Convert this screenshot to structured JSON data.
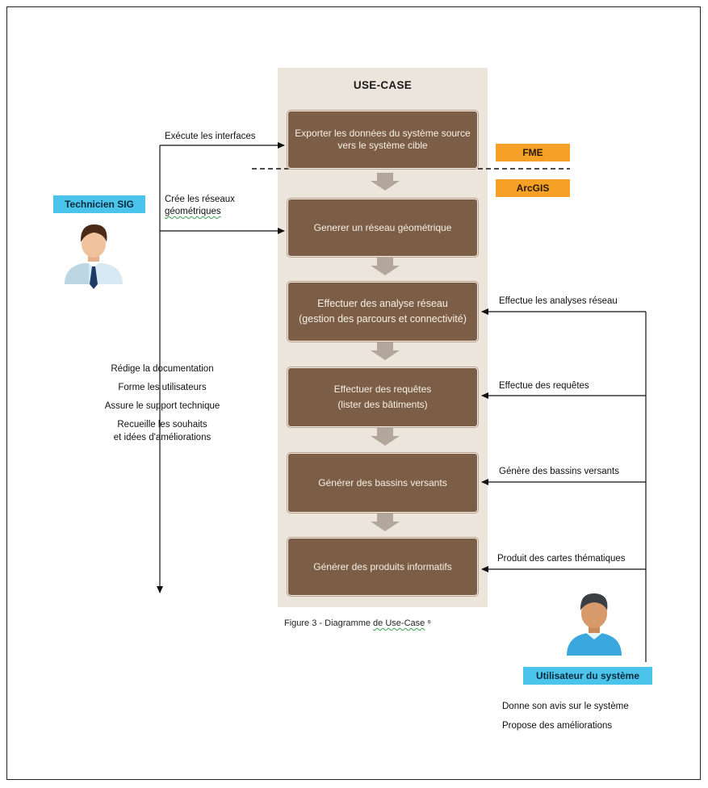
{
  "panel": {
    "title": "USE-CASE"
  },
  "steps": [
    {
      "line1": "Exporter les données du système source",
      "line2": "vers le système cible"
    },
    {
      "line1": "Generer un réseau géométrique"
    },
    {
      "line1": "Effectuer des analyse réseau",
      "line2": "(gestion des parcours et connectivité)"
    },
    {
      "line1": "Effectuer des requêtes",
      "line2": "(lister des bâtiments)"
    },
    {
      "line1": "Générer des bassins versants"
    },
    {
      "line1": "Générer des produits informatifs"
    }
  ],
  "tools": {
    "fme": "FME",
    "arcgis": "ArcGIS"
  },
  "actors": {
    "technician": "Technicien SIG",
    "user": "Utilisateur du système"
  },
  "technician_arrows": {
    "executes": "Exécute les interfaces",
    "creates_line1": "Crée les réseaux",
    "creates_line2": "géométriques"
  },
  "technician_duties": [
    "Rédige la documentation",
    "Forme les utilisateurs",
    "Assure le support technique",
    "Recueille les souhaits",
    "et idées d'améliorations"
  ],
  "user_arrows": [
    "Effectue les analyses réseau",
    "Effectue des requêtes",
    "Génère des bassins versants",
    "Produit des cartes thématiques"
  ],
  "user_duties": [
    "Donne son avis sur le système",
    "Propose des améliorations"
  ],
  "caption": {
    "prefix": "Figure 3 - Diagramme ",
    "link": "de Use-Case",
    "suffix": " ⁹"
  },
  "colors": {
    "panel": "#ece5dc",
    "step": "#7c5e46",
    "tool_badge": "#f5a128",
    "actor_label": "#4bc4ec",
    "chevron": "#b3a79b"
  }
}
